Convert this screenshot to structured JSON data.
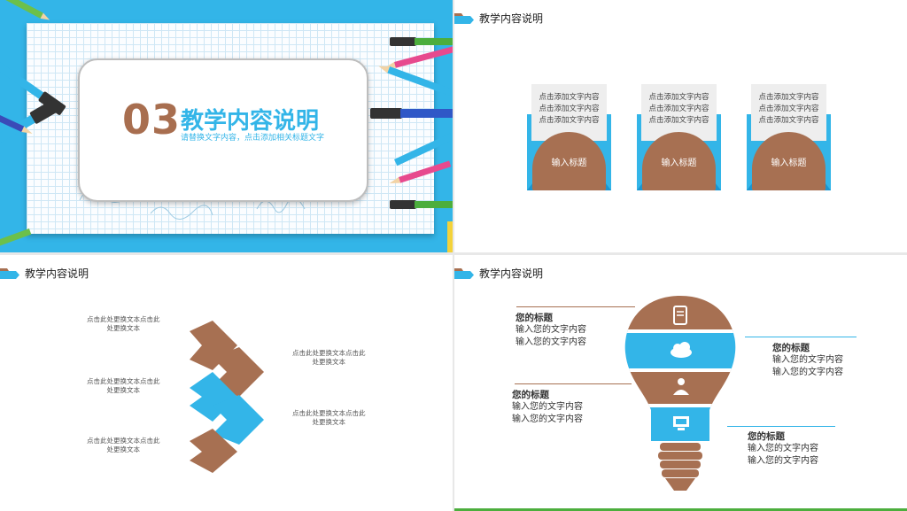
{
  "colors": {
    "brand_blue": "#33b5e8",
    "brown": "#a77052",
    "dark_blue": "#1c95cf"
  },
  "slide1": {
    "number": "03",
    "title": "教学内容说明",
    "subtitle": "请替换文字内容，点击添加相关标题文字"
  },
  "slide2": {
    "header": "教学内容说明",
    "cards": [
      {
        "lines": [
          "点击添加文字内容",
          "点击添加文字内容",
          "点击添加文字内容"
        ],
        "label": "输入标题"
      },
      {
        "lines": [
          "点击添加文字内容",
          "点击添加文字内容",
          "点击添加文字内容"
        ],
        "label": "输入标题"
      },
      {
        "lines": [
          "点击添加文字内容",
          "点击添加文字内容",
          "点击添加文字内容"
        ],
        "label": "输入标题"
      }
    ]
  },
  "slide3": {
    "header": "教学内容说明",
    "texts": [
      {
        "l1": "点击此处更换文本点击此",
        "l2": "处更换文本"
      },
      {
        "l1": "点击此处更换文本点击此",
        "l2": "处更换文本"
      },
      {
        "l1": "点击此处更换文本点击此",
        "l2": "处更换文本"
      },
      {
        "l1": "点击此处更换文本点击此",
        "l2": "处更换文本"
      },
      {
        "l1": "点击此处更换文本点击此",
        "l2": "处更换文本"
      }
    ]
  },
  "slide4": {
    "header": "教学内容说明",
    "blocks": [
      {
        "title": "您的标题",
        "l1": "输入您的文字内容",
        "l2": "输入您的文字内容"
      },
      {
        "title": "您的标题",
        "l1": "输入您的文字内容",
        "l2": "输入您的文字内容"
      },
      {
        "title": "您的标题",
        "l1": "输入您的文字内容",
        "l2": "输入您的文字内容"
      },
      {
        "title": "您的标题",
        "l1": "输入您的文字内容",
        "l2": "输入您的文字内容"
      }
    ],
    "icons": [
      "tablet-icon",
      "cloud-icon",
      "person-icon",
      "monitor-icon"
    ]
  }
}
